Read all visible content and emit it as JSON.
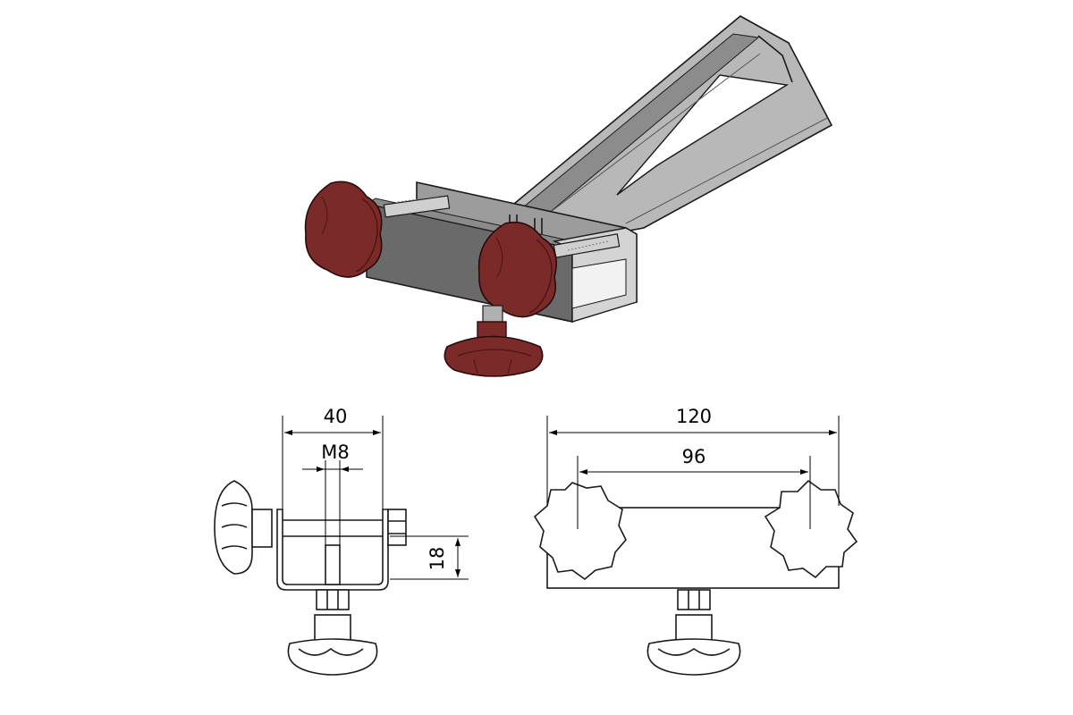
{
  "drawing": {
    "dimensions": {
      "side_width": "40",
      "side_thread": "M8",
      "side_height": "18",
      "front_length": "120",
      "front_spacing": "96"
    },
    "colors": {
      "metal_light": "#c9c9c9",
      "metal_mid": "#9a9a9a",
      "metal_dark": "#5f5f5f",
      "knob": "#7a2a28",
      "knob_dark": "#4a1515",
      "line": "#1a1a1a"
    }
  }
}
